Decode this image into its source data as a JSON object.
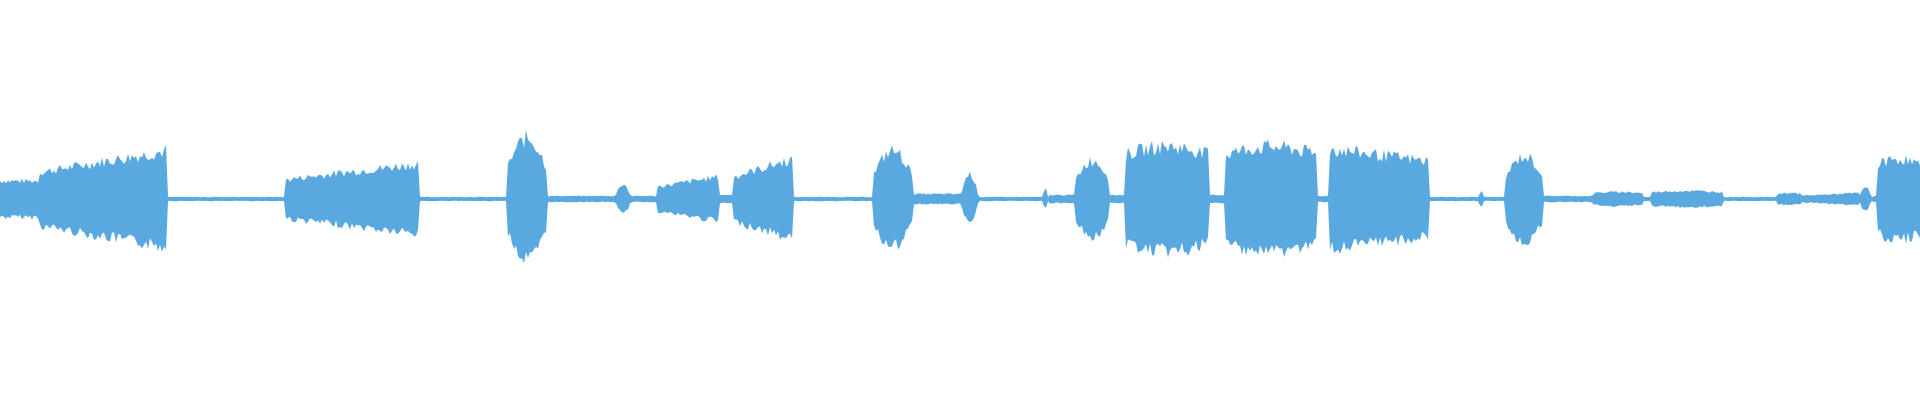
{
  "colors": {
    "background": "#ffffff",
    "waveform": "#5aa8e0"
  },
  "waveform": {
    "baseline_amplitude": 0.02,
    "segments": [
      {
        "start": 0.0,
        "end": 0.02,
        "amp": 0.18,
        "shape": "flat"
      },
      {
        "start": 0.02,
        "end": 0.087,
        "amp": 0.48,
        "shape": "grow"
      },
      {
        "start": 0.087,
        "end": 0.148,
        "amp": 0.02,
        "shape": "flat"
      },
      {
        "start": 0.148,
        "end": 0.218,
        "amp": 0.35,
        "shape": "grow"
      },
      {
        "start": 0.218,
        "end": 0.264,
        "amp": 0.02,
        "shape": "flat"
      },
      {
        "start": 0.264,
        "end": 0.285,
        "amp": 0.6,
        "shape": "spiky"
      },
      {
        "start": 0.285,
        "end": 0.32,
        "amp": 0.03,
        "shape": "flat"
      },
      {
        "start": 0.32,
        "end": 0.329,
        "amp": 0.15,
        "shape": "pulse"
      },
      {
        "start": 0.329,
        "end": 0.342,
        "amp": 0.03,
        "shape": "flat"
      },
      {
        "start": 0.342,
        "end": 0.374,
        "amp": 0.22,
        "shape": "grow"
      },
      {
        "start": 0.374,
        "end": 0.382,
        "amp": 0.04,
        "shape": "flat"
      },
      {
        "start": 0.382,
        "end": 0.413,
        "amp": 0.4,
        "shape": "grow"
      },
      {
        "start": 0.413,
        "end": 0.455,
        "amp": 0.02,
        "shape": "flat"
      },
      {
        "start": 0.455,
        "end": 0.475,
        "amp": 0.48,
        "shape": "spiky"
      },
      {
        "start": 0.475,
        "end": 0.5,
        "amp": 0.05,
        "shape": "flat"
      },
      {
        "start": 0.5,
        "end": 0.51,
        "amp": 0.25,
        "shape": "pulse"
      },
      {
        "start": 0.51,
        "end": 0.543,
        "amp": 0.02,
        "shape": "flat"
      },
      {
        "start": 0.543,
        "end": 0.546,
        "amp": 0.1,
        "shape": "pulse"
      },
      {
        "start": 0.546,
        "end": 0.56,
        "amp": 0.04,
        "shape": "flat"
      },
      {
        "start": 0.56,
        "end": 0.578,
        "amp": 0.38,
        "shape": "spiky"
      },
      {
        "start": 0.578,
        "end": 0.586,
        "amp": 0.04,
        "shape": "flat"
      },
      {
        "start": 0.586,
        "end": 0.63,
        "amp": 0.52,
        "shape": "block"
      },
      {
        "start": 0.63,
        "end": 0.638,
        "amp": 0.04,
        "shape": "flat"
      },
      {
        "start": 0.638,
        "end": 0.686,
        "amp": 0.52,
        "shape": "block"
      },
      {
        "start": 0.686,
        "end": 0.692,
        "amp": 0.03,
        "shape": "flat"
      },
      {
        "start": 0.692,
        "end": 0.744,
        "amp": 0.5,
        "shape": "fade"
      },
      {
        "start": 0.744,
        "end": 0.77,
        "amp": 0.02,
        "shape": "flat"
      },
      {
        "start": 0.77,
        "end": 0.773,
        "amp": 0.08,
        "shape": "pulse"
      },
      {
        "start": 0.773,
        "end": 0.784,
        "amp": 0.02,
        "shape": "flat"
      },
      {
        "start": 0.784,
        "end": 0.804,
        "amp": 0.42,
        "shape": "spiky"
      },
      {
        "start": 0.804,
        "end": 0.83,
        "amp": 0.03,
        "shape": "flat"
      },
      {
        "start": 0.83,
        "end": 0.856,
        "amp": 0.07,
        "shape": "block"
      },
      {
        "start": 0.856,
        "end": 0.86,
        "amp": 0.02,
        "shape": "flat"
      },
      {
        "start": 0.86,
        "end": 0.897,
        "amp": 0.08,
        "shape": "block"
      },
      {
        "start": 0.897,
        "end": 0.925,
        "amp": 0.02,
        "shape": "flat"
      },
      {
        "start": 0.925,
        "end": 0.938,
        "amp": 0.06,
        "shape": "block"
      },
      {
        "start": 0.938,
        "end": 0.968,
        "amp": 0.06,
        "shape": "grow"
      },
      {
        "start": 0.968,
        "end": 0.975,
        "amp": 0.12,
        "shape": "pulse"
      },
      {
        "start": 0.975,
        "end": 0.978,
        "amp": 0.03,
        "shape": "flat"
      },
      {
        "start": 0.978,
        "end": 1.0,
        "amp": 0.4,
        "shape": "block"
      }
    ]
  }
}
